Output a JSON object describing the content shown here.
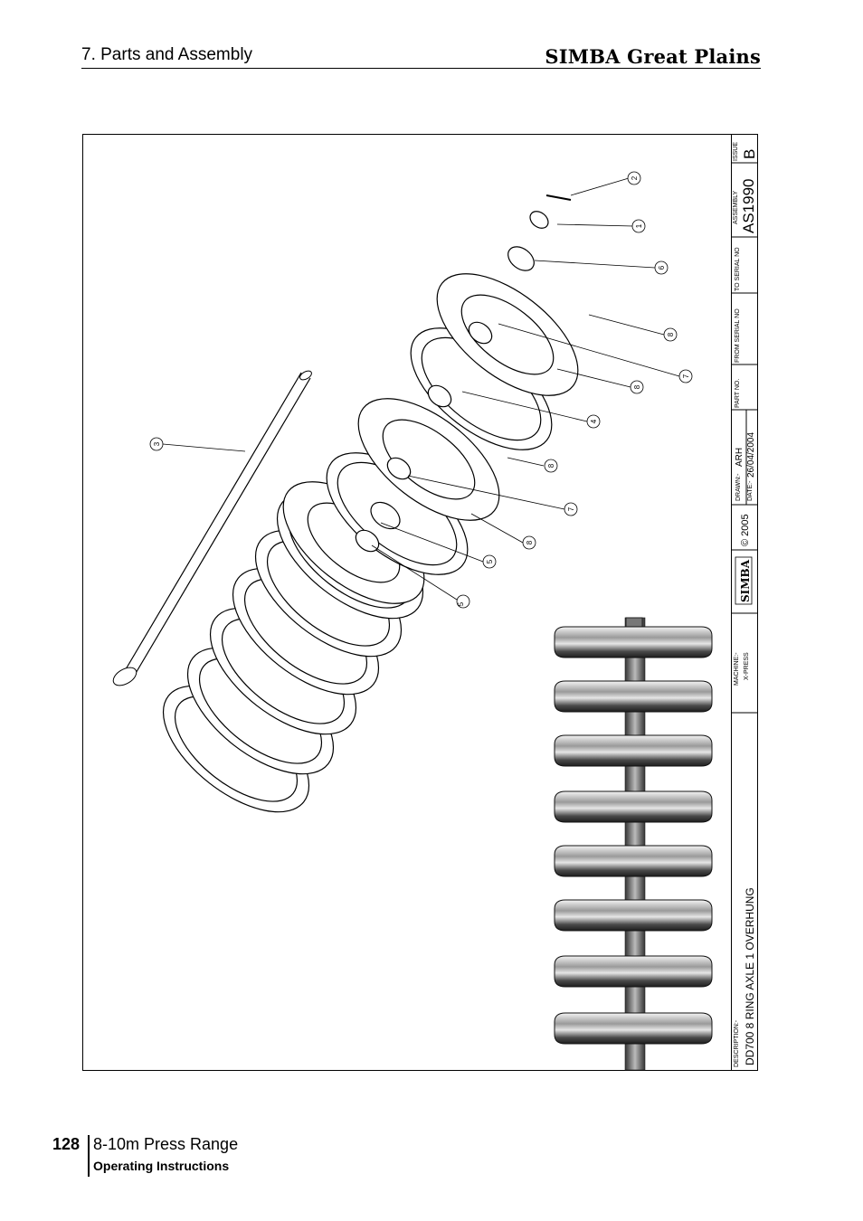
{
  "header": {
    "section_title": "7. Parts and Assembly",
    "brand": "SIMBA Great Plains"
  },
  "title_block": {
    "issue_label": "ISSUE",
    "issue": "B",
    "assembly_label": "ASSEMBLY",
    "assembly_no": "AS1990",
    "to_serial_label": "TO SERIAL NO",
    "from_serial_label": "FROM SERIAL NO",
    "part_no_label": "PART NO.",
    "drawn_label": "DRAWN:-",
    "drawn_by": "ARH",
    "date_label": "DATE:-",
    "date": "26/04/2004",
    "copyright": "© 2005",
    "logo_text": "SIMBA",
    "machine_label": "MACHINE:-",
    "machine": "X-PRESS",
    "description_label": "DESCRIPTION:-",
    "description": "DD700 8 RING AXLE 1 OVERHUNG"
  },
  "callouts": [
    "2",
    "1",
    "6",
    "8",
    "7",
    "8",
    "4",
    "3",
    "8",
    "7",
    "8",
    "5",
    "5"
  ],
  "footer": {
    "page_number": "128",
    "range": "8-10m Press Range",
    "subtitle": "Operating Instructions"
  }
}
